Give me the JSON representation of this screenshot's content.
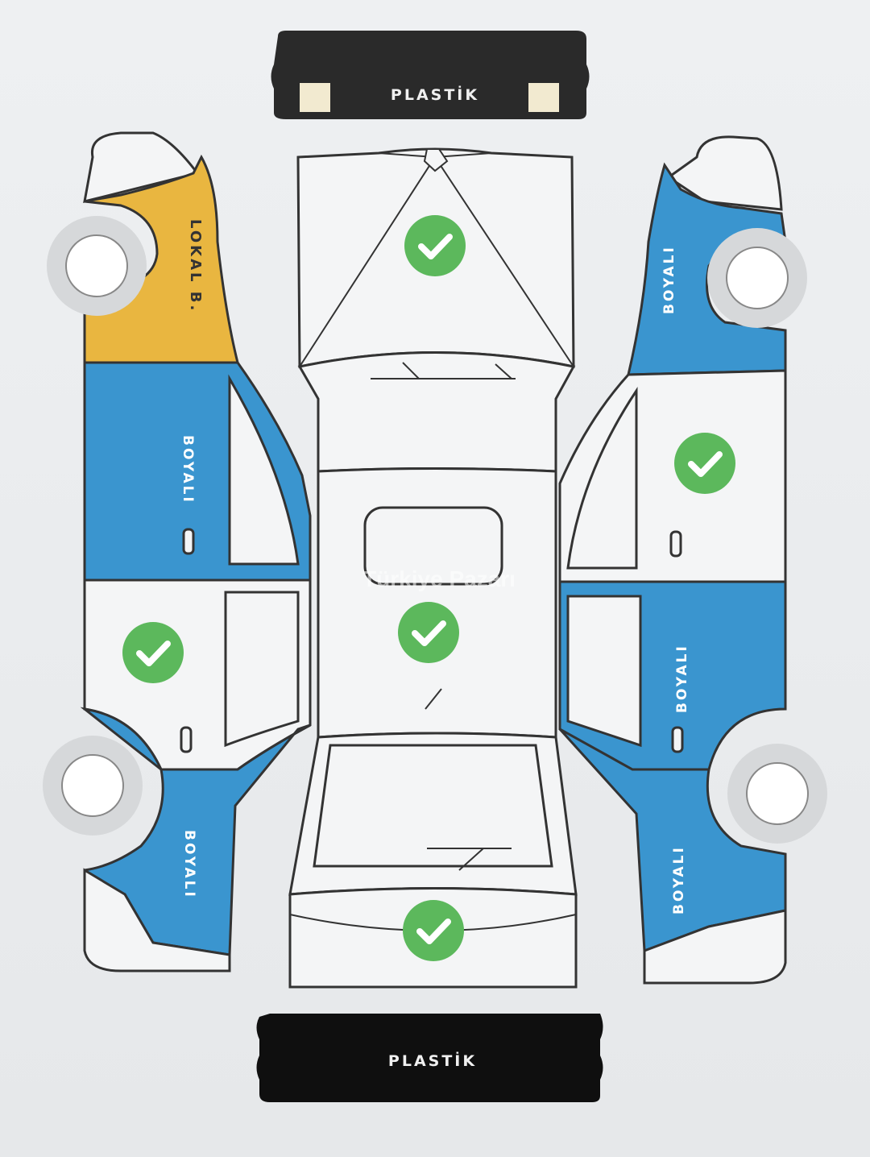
{
  "bumpers": {
    "front_label": "PLASTİK",
    "rear_label": "PLASTİK"
  },
  "left_side": {
    "front_fender": {
      "label": "LOKAL B.",
      "status": "local-paint"
    },
    "front_door": {
      "label": "BOYALI",
      "status": "painted"
    },
    "rear_door": {
      "status": "original"
    },
    "rear_fender": {
      "label": "BOYALI",
      "status": "painted"
    }
  },
  "right_side": {
    "front_fender": {
      "label": "BOYALI",
      "status": "painted"
    },
    "front_door": {
      "status": "original"
    },
    "rear_door": {
      "label": "BOYALI",
      "status": "painted"
    },
    "rear_fender": {
      "label": "BOYALI",
      "status": "painted"
    }
  },
  "top": {
    "hood": {
      "status": "original"
    },
    "roof": {
      "status": "original"
    },
    "trunk": {
      "status": "original"
    }
  },
  "watermark": "Türkiye Pazarı",
  "colors": {
    "painted": "#3a95cf",
    "local": "#e9b640",
    "original": "#f4f5f6",
    "check": "#5cb85c",
    "plastic": "#222222"
  }
}
